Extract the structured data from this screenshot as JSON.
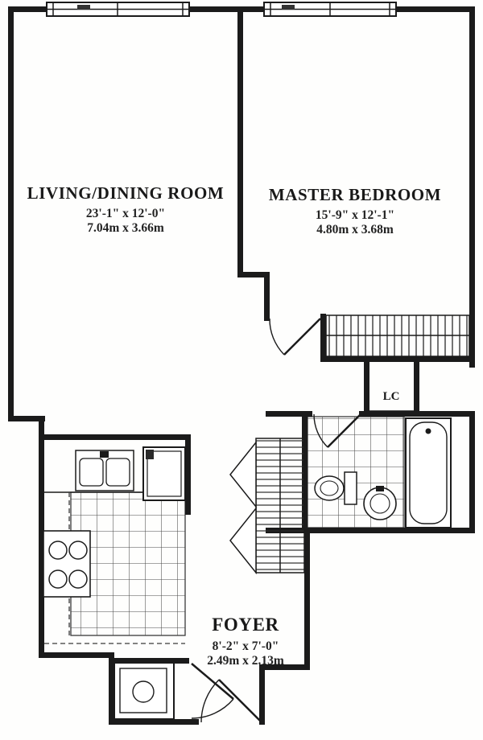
{
  "plan": {
    "colors": {
      "ink": "#1b1b1b",
      "paper": "#fefefd",
      "tile_line": "#4a4a4a"
    },
    "rooms": {
      "living_dining": {
        "name": "LIVING/DINING ROOM",
        "dimensions_imperial": "23'-1\" x 12'-0\"",
        "dimensions_metric": "7.04m x 3.66m"
      },
      "master_bedroom": {
        "name": "MASTER BEDROOM",
        "dimensions_imperial": "15'-9\" x 12'-1\"",
        "dimensions_metric": "4.80m x 3.68m"
      },
      "foyer": {
        "name": "FOYER",
        "dimensions_imperial": "8'-2\" x 7'-0\"",
        "dimensions_metric": "2.49m x 2.13m"
      },
      "linen_closet": {
        "name": "LC"
      }
    },
    "fixtures": {
      "bathroom": [
        "bathtub",
        "toilet",
        "pedestal-sink"
      ],
      "kitchen": [
        "double-basin-sink",
        "range-4-burner",
        "refrigerator"
      ],
      "utility": [
        "washer-dryer"
      ],
      "closets": [
        "bedroom-closet",
        "foyer-closet",
        "linen-closet"
      ]
    }
  }
}
